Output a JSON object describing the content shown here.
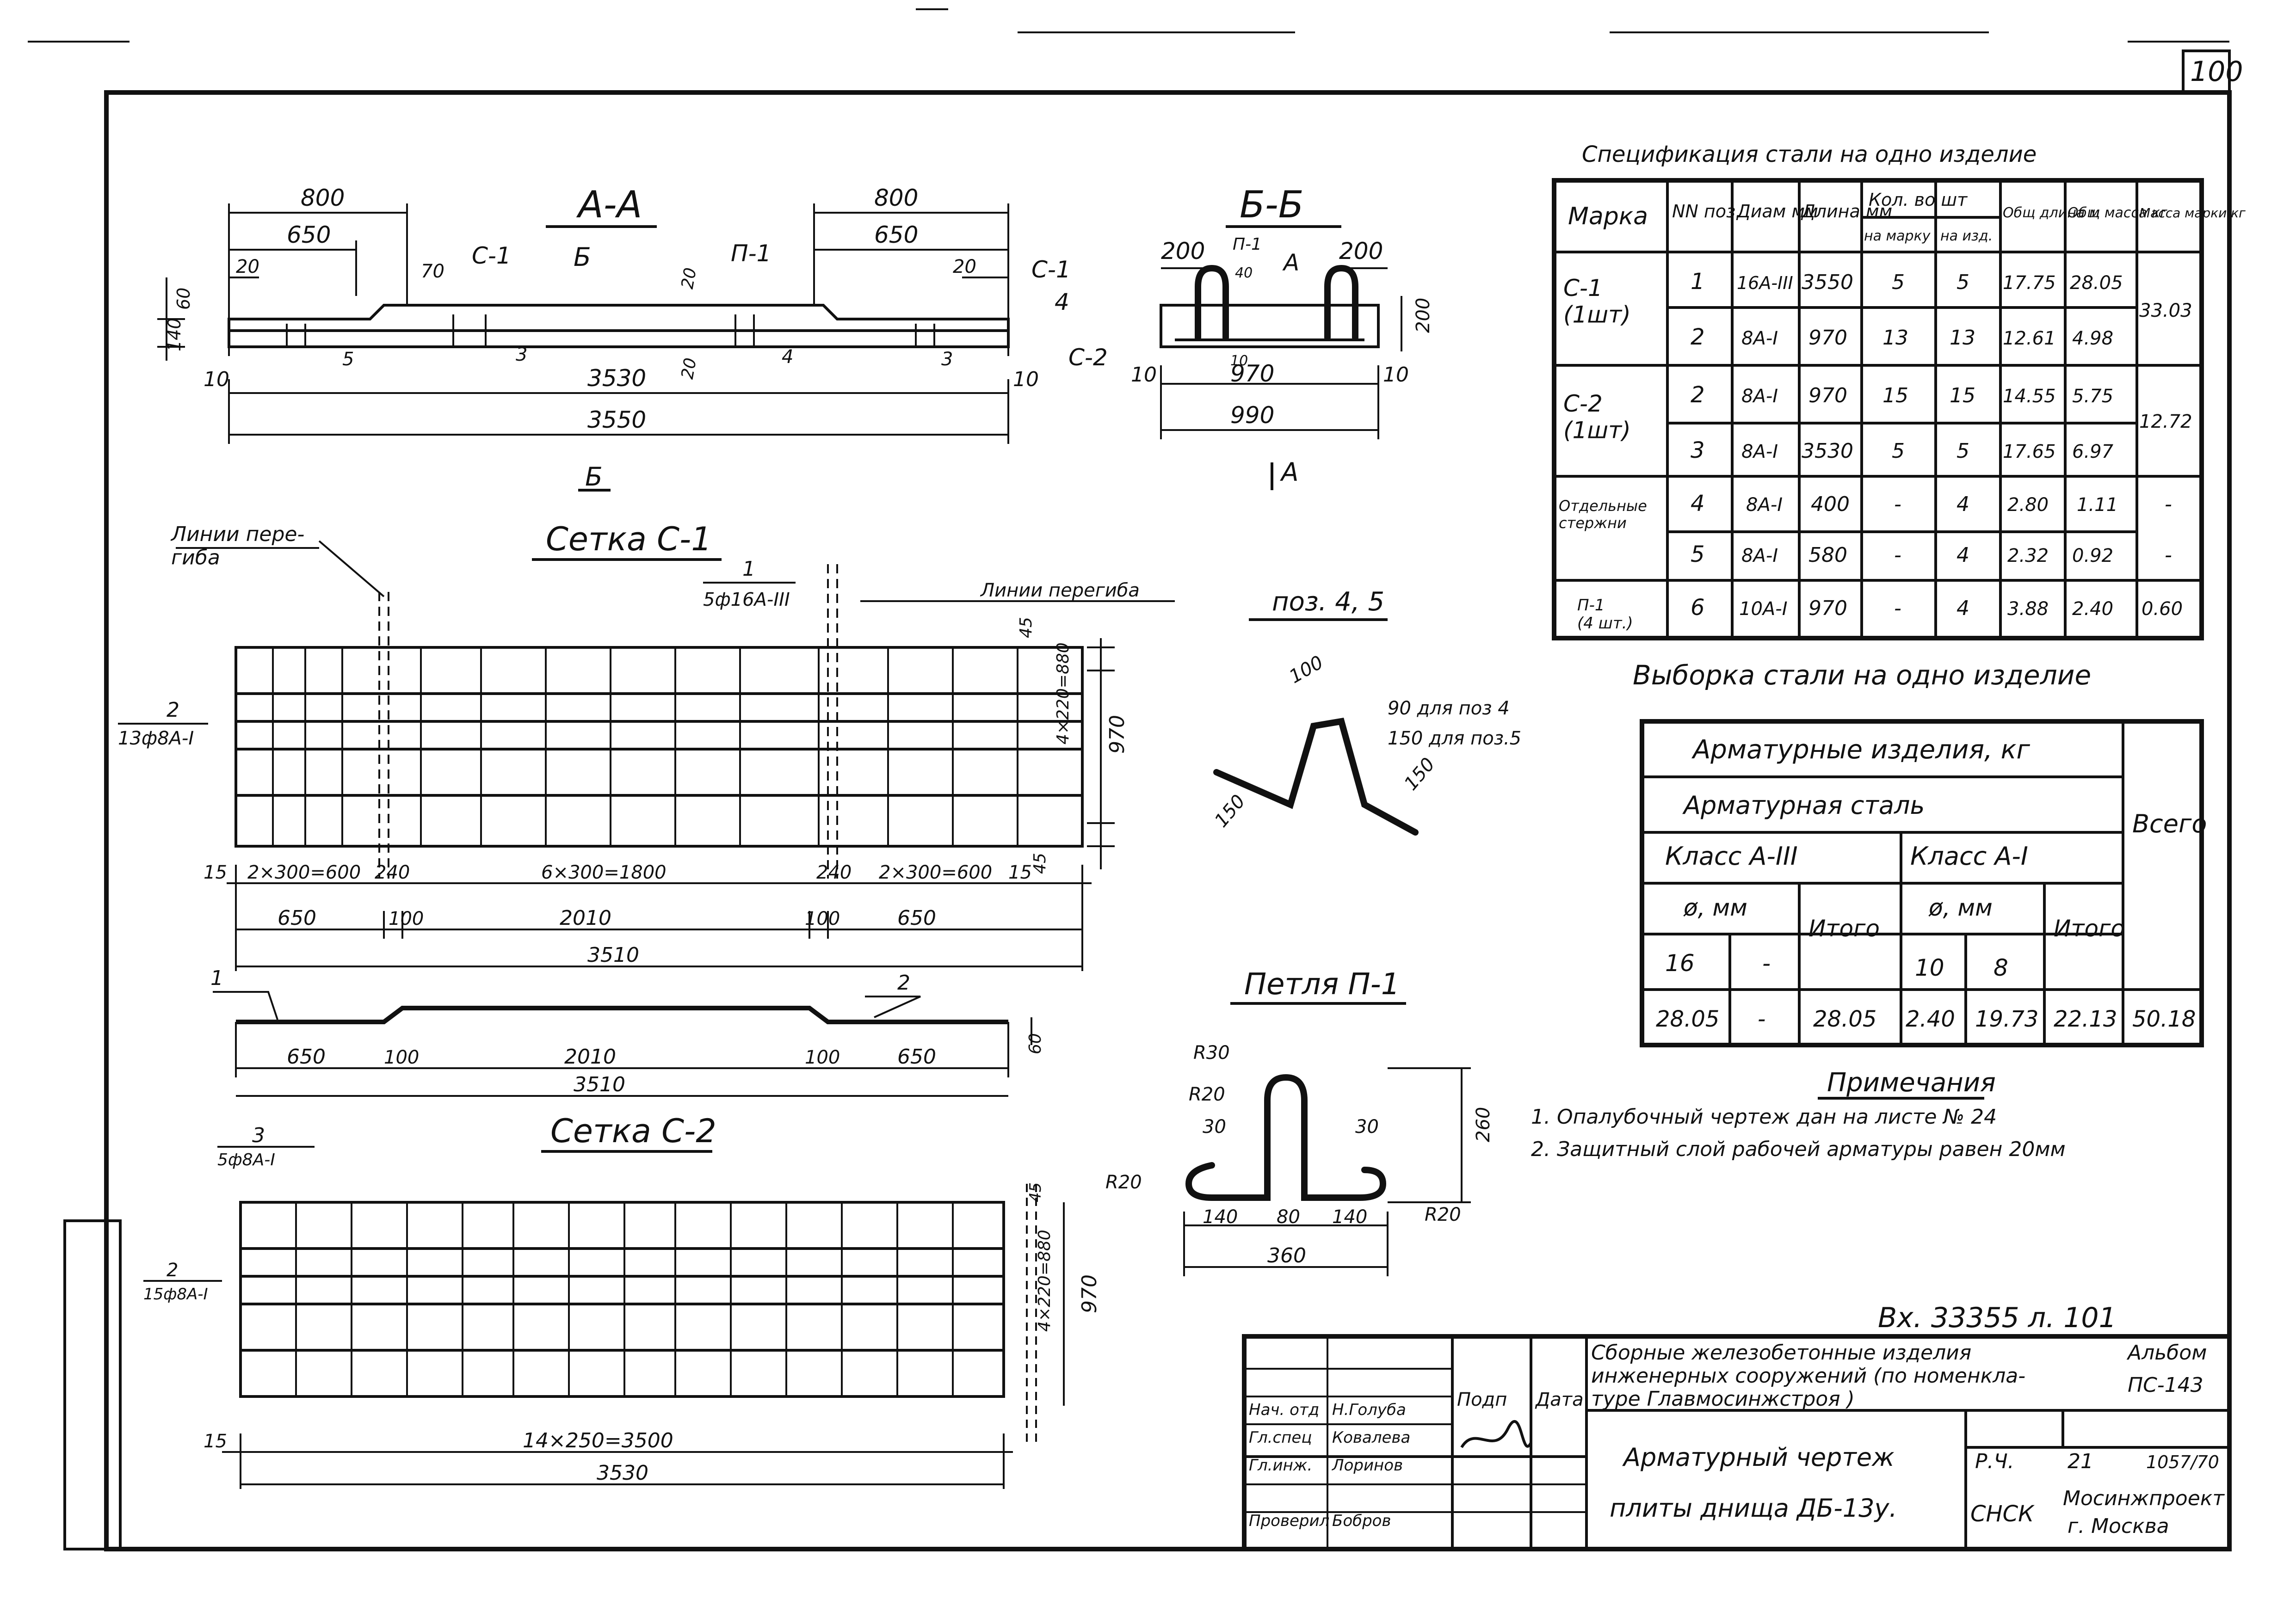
{
  "sheet": {
    "page_number": "100",
    "doc_ref": "Вх. 33355 л. 101"
  },
  "section_aa": {
    "title": "A-A",
    "dims": {
      "left_800": "800",
      "left_650": "650",
      "left_20": "20",
      "h_70": "70",
      "c1": "С-1",
      "b_mark": "Б",
      "p1": "П-1",
      "right_800": "800",
      "right_650": "650",
      "right_20": "20",
      "dim_140": "140",
      "dim_60": "60",
      "pos5": "5",
      "pos3": "3",
      "pos4": "4",
      "dim_20": "20",
      "dim_20b": "20",
      "dim_10l": "10",
      "dim_3530": "3530",
      "dim_10r": "10",
      "dim_3550": "3550",
      "cut_b": "Б"
    }
  },
  "section_bb": {
    "title": "Б-Б",
    "dims": {
      "c1": "С-1",
      "pos4": "4",
      "c2": "С-2",
      "dim_200l": "200",
      "p1": "П-1",
      "dim_40": "40",
      "a_mark": "A",
      "dim_200r": "200",
      "dim_200v": "200",
      "dim_10": "10",
      "dim_10l": "10",
      "dim_970": "970",
      "dim_10r": "10",
      "dim_990": "990",
      "cut_a": "A"
    }
  },
  "mesh_c1": {
    "title": "Сетка С-1",
    "bend_lines_left": "Линии пере-\nгиба",
    "bend_lines_right": "Линии перегиба",
    "bar1_top": "1",
    "bar1_bottom": "5ф16А-III",
    "bar2_top": "2",
    "bar2_bottom": "13ф8А-I",
    "dim_45t": "45",
    "dim_4x220": "4×220=880",
    "dim_970": "970",
    "dim_45b": "45",
    "row1": [
      "15",
      "2×300=600",
      "240",
      "6×300=1800",
      "240",
      "2×300=600",
      "15"
    ],
    "row2": [
      "650",
      "100",
      "2010",
      "100",
      "650"
    ],
    "total": "3510",
    "profile": {
      "mark1": "1",
      "mark2": "2",
      "d650a": "650",
      "d100a": "100",
      "d2010": "2010",
      "d100b": "100",
      "d650b": "650",
      "h60": "60",
      "total": "3510"
    }
  },
  "mesh_c2": {
    "title": "Сетка С-2",
    "bar3_top": "3",
    "bar3_bottom": "5ф8А-I",
    "bar2_top": "2",
    "bar2_bottom": "15ф8А-I",
    "r20": "R20",
    "dim_45": "45",
    "dim_4x220": "4×220=880",
    "dim_970": "970",
    "dim_15": "15",
    "dim_14x250": "14×250=3500",
    "total": "3530"
  },
  "pos45": {
    "title": "поз. 4, 5",
    "dim_100": "100",
    "note1": "90 для поз 4",
    "note2": "150 для поз.5",
    "dim_150a": "150",
    "dim_150b": "150"
  },
  "loop_p1": {
    "title": "Петля П-1",
    "r30": "R30",
    "r20a": "R20",
    "r20b": "R20",
    "d30a": "30",
    "d30b": "30",
    "d260": "260",
    "d140a": "140",
    "d80": "80",
    "d140b": "140",
    "d360": "360"
  },
  "spec": {
    "title": "Спецификация стали на одно изделие",
    "headers": {
      "mark": "Марка",
      "pos": "NN поз.",
      "diam": "Диам мм",
      "len": "Длина мм",
      "qty": "Кол. во шт",
      "qty_mark": "на марку",
      "qty_item": "на изд.",
      "total_len": "Общ длина м",
      "total_mass": "Общ масса кг",
      "mass_mark": "Масса марки кг"
    },
    "rows": [
      {
        "mark": "С-1\n(1шт)",
        "pos": "1",
        "diam": "16А-III",
        "len": "3550",
        "qm": "5",
        "qi": "5",
        "tl": "17.75",
        "tm": "28.05",
        "mm": "33.03"
      },
      {
        "mark": "",
        "pos": "2",
        "diam": "8А-I",
        "len": "970",
        "qm": "13",
        "qi": "13",
        "tl": "12.61",
        "tm": "4.98",
        "mm": ""
      },
      {
        "mark": "С-2\n(1шт)",
        "pos": "2",
        "diam": "8А-I",
        "len": "970",
        "qm": "15",
        "qi": "15",
        "tl": "14.55",
        "tm": "5.75",
        "mm": "12.72"
      },
      {
        "mark": "",
        "pos": "3",
        "diam": "8А-I",
        "len": "3530",
        "qm": "5",
        "qi": "5",
        "tl": "17.65",
        "tm": "6.97",
        "mm": ""
      },
      {
        "mark": "Отдельные\nстержни",
        "pos": "4",
        "diam": "8А-I",
        "len": "400",
        "qm": "-",
        "qi": "4",
        "tl": "2.80",
        "tm": "1.11",
        "mm": "-"
      },
      {
        "mark": "",
        "pos": "5",
        "diam": "8А-I",
        "len": "580",
        "qm": "-",
        "qi": "4",
        "tl": "2.32",
        "tm": "0.92",
        "mm": "-"
      },
      {
        "mark": "П-1\n(4 шт.)",
        "pos": "6",
        "diam": "10А-I",
        "len": "970",
        "qm": "-",
        "qi": "4",
        "tl": "3.88",
        "tm": "2.40",
        "mm": "0.60"
      }
    ]
  },
  "selection": {
    "title": "Выборка стали на одно изделие",
    "h1": "Арматурные изделия, кг",
    "h2": "Арматурная сталь",
    "total_hdr": "Всего",
    "class3": "Класс А-III",
    "class1": "Класс А-I",
    "diam_mm": "ø, мм",
    "diam_mm2": "ø, мм",
    "itogo": "Итого",
    "itogo2": "Итого",
    "c_16": "16",
    "c_dash": "-",
    "c_10": "10",
    "c_8": "8",
    "v_16": "28.05",
    "v_dash": "-",
    "v_itogo3": "28.05",
    "v_10": "2.40",
    "v_8": "19.73",
    "v_itogo1": "22.13",
    "v_total": "50.18"
  },
  "notes": {
    "title": "Примечания",
    "items": [
      "1. Опалубочный чертеж дан на листе № 24",
      "2. Защитный слой рабочей арматуры равен 20мм"
    ]
  },
  "title_block": {
    "org_line1": "Сборные железобетонные изделия",
    "org_line2": "инженерных сооружений (по номенкла-",
    "org_line3": "туре Главмосинжстроя )",
    "album": "Альбом",
    "album_code": "ПС-143",
    "drawing_line1": "Арматурный чертеж",
    "drawing_line2": "плиты днища ДБ-13у.",
    "stage_lbl": "Р.Ч.",
    "stage_code": "СНСК",
    "sheet_no": "21",
    "order_no": "1057/70",
    "org_name1": "Мосинжпроект",
    "org_name2": "г. Москва",
    "col_sign": "Подп",
    "col_date": "Дата",
    "role1": "Нач. отд",
    "name1": "Н.Голуба",
    "role2": "Гл.спец",
    "name2": "Ковалева",
    "role3": "Гл.инж.",
    "name3": "Лоринов",
    "role4": "Проверил",
    "name4": "Бобров"
  }
}
